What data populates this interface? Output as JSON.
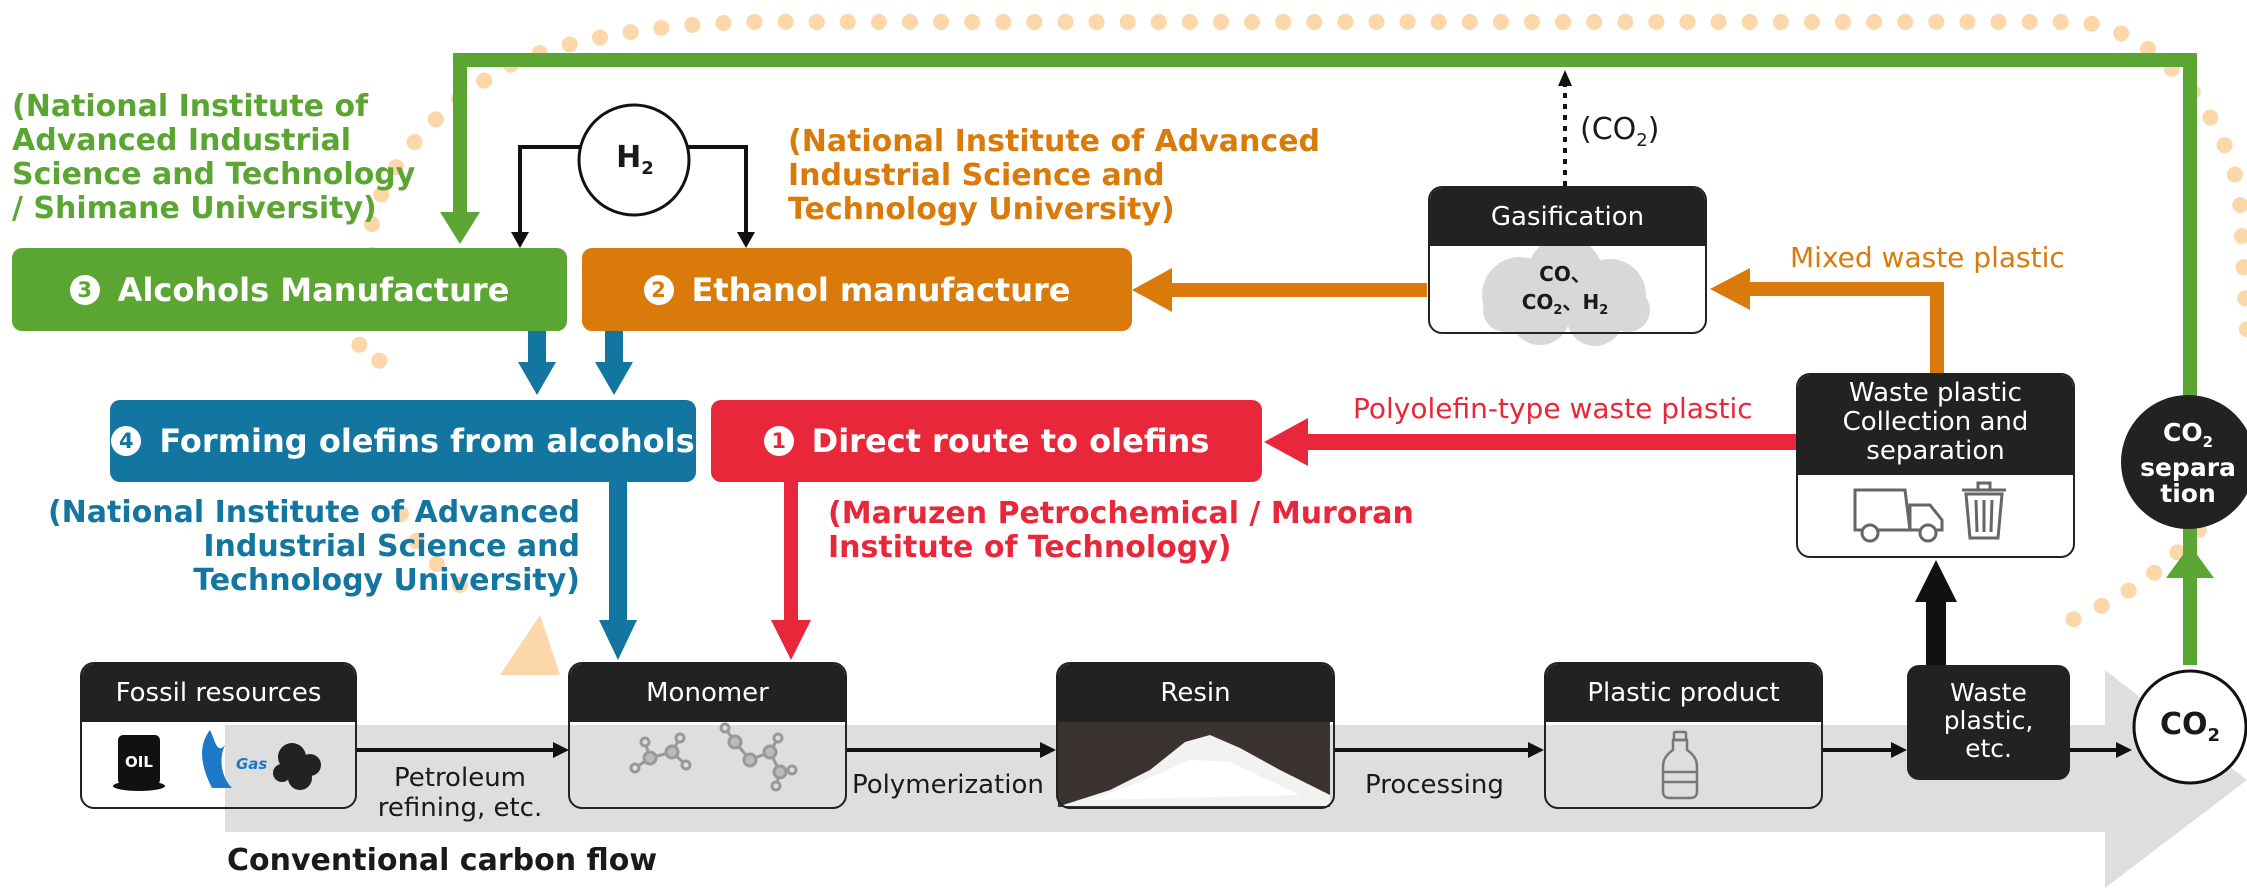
{
  "processes": {
    "alcohols": {
      "num": "3",
      "label": "Alcohols Manufacture"
    },
    "ethanol": {
      "num": "2",
      "label": "Ethanol manufacture"
    },
    "olefins_from_alcohols": {
      "num": "4",
      "label": "Forming olefins from alcohols"
    },
    "direct_route": {
      "num": "1",
      "label": "Direct route to olefins"
    }
  },
  "institutions": {
    "green_lines": [
      "(National Institute of",
      "Advanced Industrial",
      "Science and Technology",
      "/ Shimane University)"
    ],
    "orange_lines": [
      "(National Institute of Advanced",
      "Industrial Science and",
      "Technology University)"
    ],
    "blue_lines": [
      "(National Institute of Advanced",
      "Industrial Science and",
      "Technology University)"
    ],
    "red_lines": [
      "(Maruzen Petrochemical / Muroran",
      "Institute of Technology)"
    ]
  },
  "h2": {
    "base": "H",
    "sub": "2"
  },
  "co2_emission": {
    "open": "(CO",
    "sub": "2",
    "close": ")"
  },
  "gasification": {
    "title": "Gasification",
    "cloud_line1": "CO、",
    "cloud_line2_a": "CO",
    "cloud_line2_sub": "2",
    "cloud_line2_b": "、H",
    "cloud_line2_sub2": "2"
  },
  "flow_labels": {
    "mixed_waste": "Mixed waste plastic",
    "polyolefin_waste": "Polyolefin-type waste plastic",
    "petroleum_refining_lines": [
      "Petroleum",
      "refining, etc."
    ],
    "polymerization": "Polymerization",
    "processing": "Processing"
  },
  "waste_collection": {
    "title_lines": [
      "Waste plastic",
      "Collection and",
      "separation"
    ]
  },
  "co2_separation": {
    "line1_base": "CO",
    "line1_sub": "2",
    "line2": "separa",
    "line3": "tion"
  },
  "co2_circle": {
    "base": "CO",
    "sub": "2"
  },
  "chain": {
    "fossil": {
      "title": "Fossil resources",
      "oil_text": "OIL",
      "gas_text": "Gas"
    },
    "monomer": {
      "title": "Monomer"
    },
    "resin": {
      "title": "Resin"
    },
    "plastic_product": {
      "title": "Plastic product"
    },
    "waste_plastic": {
      "lines": [
        "Waste",
        "plastic,",
        "etc."
      ]
    }
  },
  "conventional_flow": "Conventional carbon flow",
  "colors": {
    "green": "#5ba633",
    "orange": "#d97a0a",
    "blue": "#1276a0",
    "red": "#e8283a",
    "dark": "#222222",
    "dotted": "#fbd7a9",
    "band": "#dedede"
  }
}
